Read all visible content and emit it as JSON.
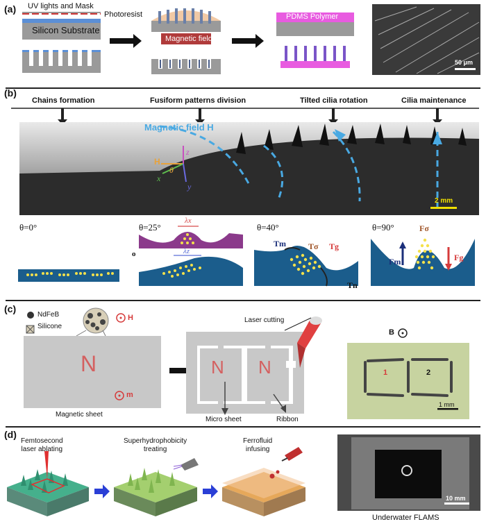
{
  "panel_a": {
    "label": "(a)",
    "uv_label": "UV lights and Mask",
    "photoresist_label": "Photoresist",
    "substrate_label": "Silicon Substrate",
    "magnetic_field_label": "Magnetic field",
    "pdms_label": "PDMS Polymer",
    "scale_bar": "50 μm"
  },
  "panel_b": {
    "label": "(b)",
    "stages": [
      "Chains formation",
      "Fusiform patterns division",
      "Tilted cilia rotation",
      "Cilia maintenance"
    ],
    "field_label": "Magnetic field H",
    "axis_h": "H",
    "axis_z": "z",
    "axis_x": "x",
    "axis_y": "y",
    "angle_label": "θ",
    "scale_bar": "2 mm",
    "angles": [
      "θ=0°",
      "θ=25°",
      "θ=40°",
      "θ=90°"
    ],
    "lambda_x": "λx",
    "lambda_z": "λz",
    "origin": "o",
    "tm": "Tm",
    "tsigma": "Tσ",
    "tg": "Tg",
    "tn": "Tn",
    "fsigma": "Fσ",
    "fm": "Fm",
    "fg": "Fg"
  },
  "panel_c": {
    "label": "(c)",
    "ndfeb": "NdFeB",
    "silicone": "Silicone",
    "h_symbol": "H",
    "n_letter": "N",
    "m_symbol": "m",
    "magnetic_sheet": "Magnetic sheet",
    "laser_cutting": "Laser cutting",
    "micro_sheet": "Micro sheet",
    "ribbon": "Ribbon",
    "b_symbol": "B",
    "num1": "1",
    "num2": "2",
    "scale_bar": "1 mm"
  },
  "panel_d": {
    "label": "(d)",
    "step1": "Femtosecond\nlaser ablating",
    "step2": "Superhydrophobicity\ntreating",
    "step3": "Ferrofluid\ninfusing",
    "scale_bar": "10 mm",
    "caption": "Underwater FLAMS"
  }
}
